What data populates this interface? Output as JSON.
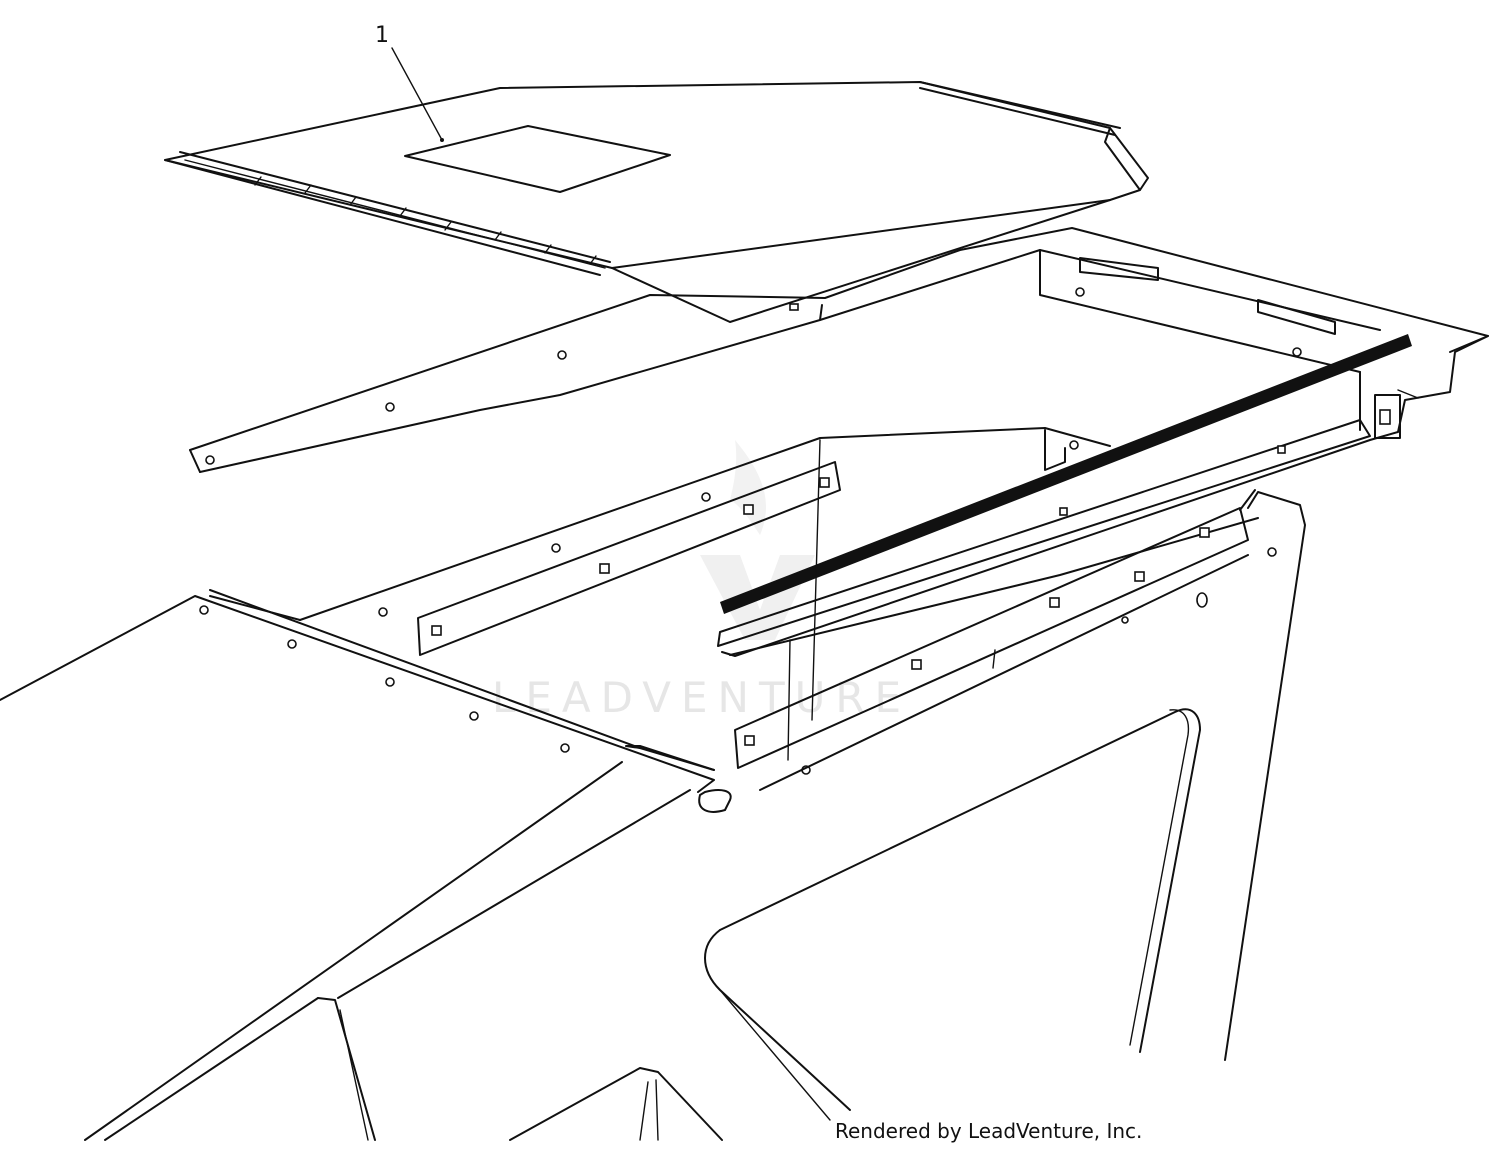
{
  "callouts": [
    {
      "label": "1"
    }
  ],
  "watermark": "LEADVENTURE",
  "credit": "Rendered by LeadVenture, Inc."
}
